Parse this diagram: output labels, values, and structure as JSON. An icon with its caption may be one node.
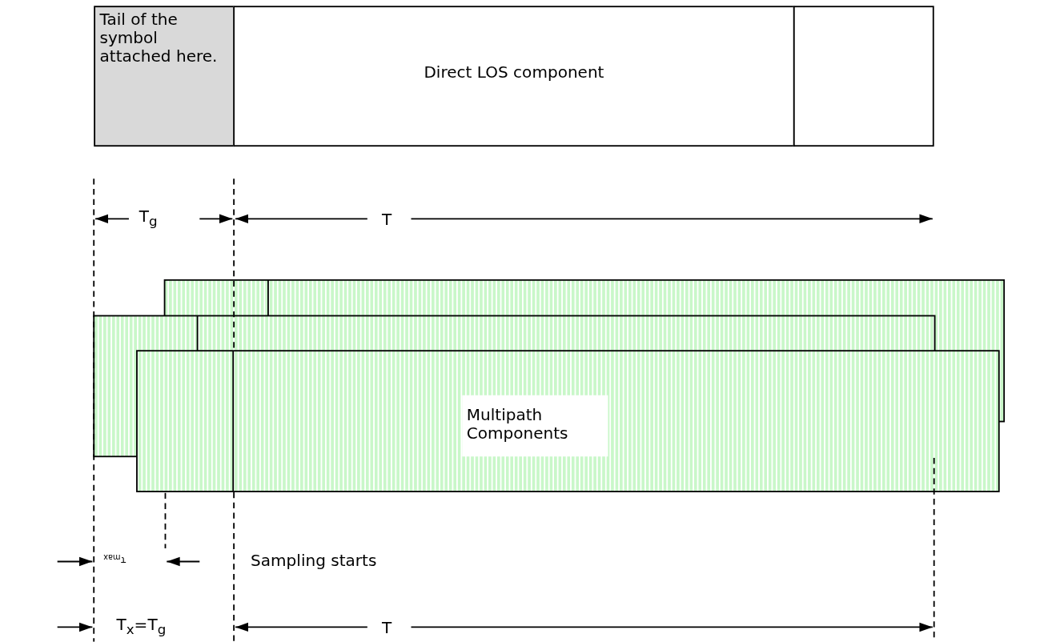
{
  "diagram": {
    "nodes": [
      {
        "text": [
          "Tail of the symbol attached here."
        ]
      },
      {
        "text": [
          "Direct LOS component"
        ]
      },
      {
        "text": [],
        "shape": "box"
      },
      {
        "text": [
          "Multipath Components"
        ]
      }
    ],
    "labels": [
      "T$_{g}$",
      "T",
      "τ$_{max}$",
      "Sampling starts",
      "T$_{x}$=T$_{g}$",
      "T"
    ]
  }
}
